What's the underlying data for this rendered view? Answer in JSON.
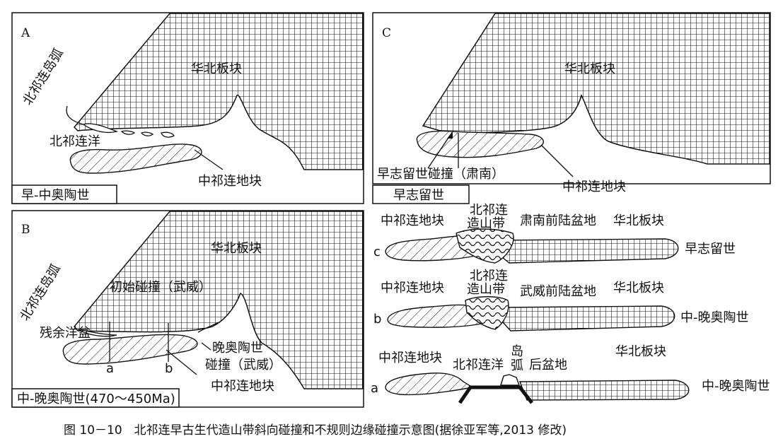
{
  "panels": {
    "A": {
      "id": "A",
      "plate": "华北板块",
      "arc": "北祁连岛弧",
      "ocean": "北祁连洋",
      "block": "中祁连地块",
      "period": "早-中奥陶世"
    },
    "B": {
      "id": "B",
      "plate": "华北板块",
      "collision": "初始碰撞（武威）",
      "arc": "北祁连岛弧",
      "residual": "残余洋盆",
      "late_collision_1": "晚奥陶世",
      "late_collision_2": "碰撞（武威）",
      "block": "中祁连地块",
      "sec_a": "a",
      "sec_b": "b",
      "period": "中-晚奥陶世(470～450Ma)"
    },
    "C": {
      "id": "C",
      "plate": "华北板块",
      "collision": "早志留世碰撞（肃南）",
      "block": "中祁连地块",
      "period": "早志留世"
    }
  },
  "sections": {
    "c": {
      "letter": "c",
      "block": "中祁连地块",
      "orogen_1": "北祁连",
      "orogen_2": "造山带",
      "basin": "肃南前陆盆地",
      "plate": "华北板块",
      "period": "早志留世"
    },
    "b": {
      "letter": "b",
      "block": "中祁连地块",
      "orogen_1": "北祁连",
      "orogen_2": "造山带",
      "basin": "武威前陆盆地",
      "plate": "华北板块",
      "period": "中-晚奥陶世"
    },
    "a": {
      "letter": "a",
      "block": "中祁连地块",
      "ocean": "北祁连洋",
      "arc_1": "岛",
      "arc_2": "弧",
      "basin": "后盆地",
      "plate": "华北板块",
      "period": "中-晚奥陶世"
    }
  },
  "caption": "图 10－10　北祁连早古生代造山带斜向碰撞和不规则边缘碰撞示意图(据徐亚军等,2013 修改)",
  "colors": {
    "ink": "#111111",
    "paper": "#ffffff"
  }
}
